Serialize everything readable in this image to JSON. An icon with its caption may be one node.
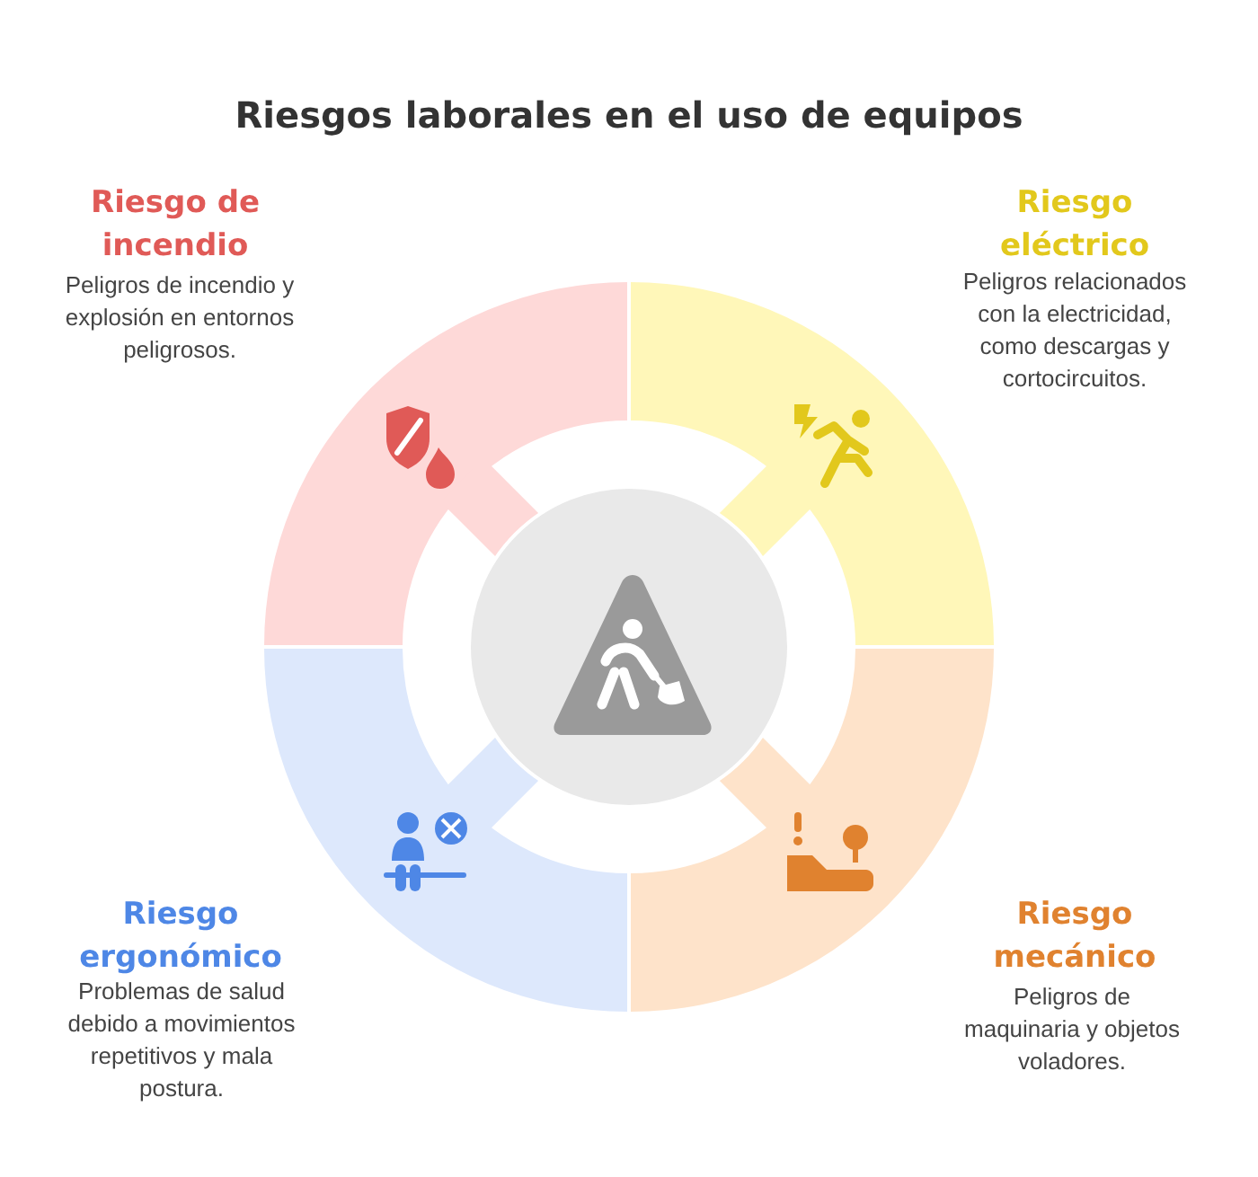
{
  "diagram": {
    "title": "Riesgos laborales en el uso de equipos",
    "nodes": [
      {
        "text": [
          "Riesgo de incendio",
          "Peligros de incendio y explosión en entornos peligrosos."
        ]
      },
      {
        "text": [
          "Riesgo eléctrico",
          "Peligros relacionados con la electricidad, como descargas y cortocircuitos."
        ]
      },
      {
        "text": [
          "Riesgo ergonómico",
          "Problemas de salud debido a movimientos repetitivos y mala postura."
        ]
      },
      {
        "text": [
          "Riesgo mecánico",
          "Peligros de maquinaria y objetos voladores."
        ]
      },
      {
        "text": [],
        "shape": "circle"
      }
    ]
  }
}
